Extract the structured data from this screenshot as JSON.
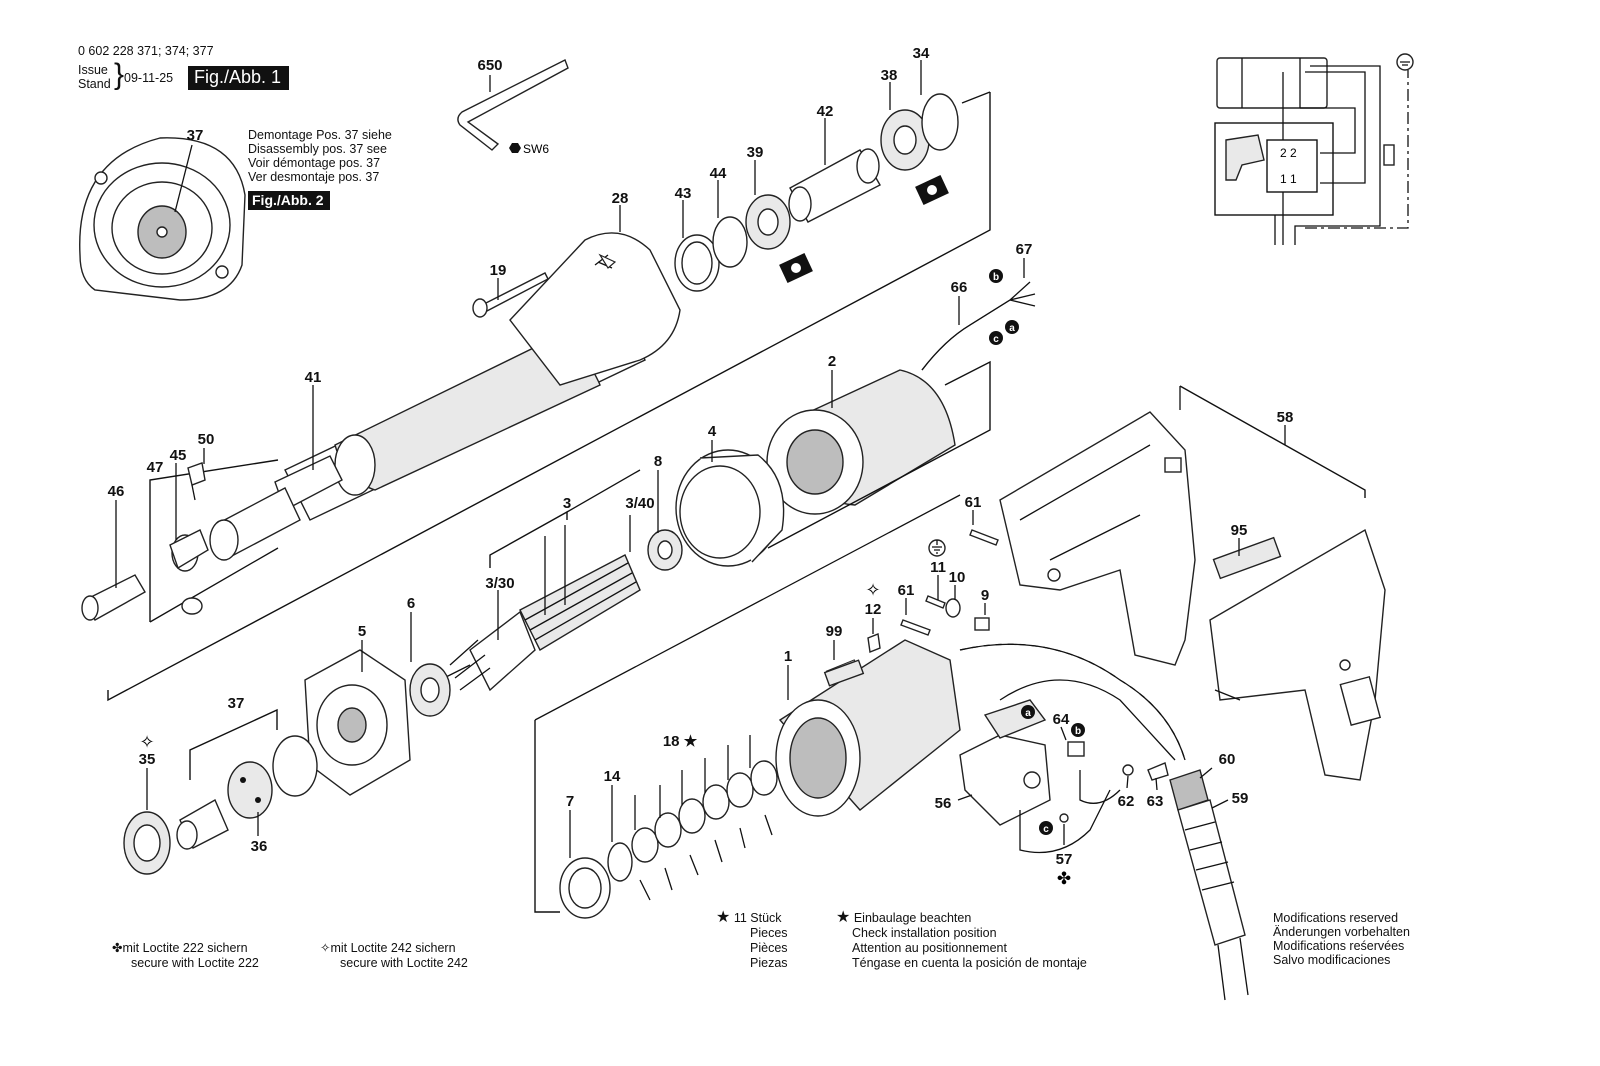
{
  "header": {
    "part_numbers": "0 602 228 371; 374; 377",
    "issue_label": "Issue",
    "stand_label": "Stand",
    "issue_date": "09-11-25",
    "fig_label": "Fig./Abb. 1"
  },
  "disassembly_note": {
    "part_number": "37",
    "lines": [
      "Demontage Pos. 37 siehe",
      "Disassembly pos. 37 see",
      "Voir démontage pos. 37",
      "Ver desmontaje pos. 37"
    ],
    "fig_ref": "Fig./Abb. 2"
  },
  "wrench": {
    "part_number": "650",
    "size_label": "SW6"
  },
  "callouts": {
    "p34": "34",
    "p38": "38",
    "p42": "42",
    "p39": "39",
    "p44": "44",
    "p43": "43",
    "p28": "28",
    "p19": "19",
    "p67": "67",
    "p66": "66",
    "p41": "41",
    "p2": "2",
    "p4": "4",
    "p8": "8",
    "p3": "3",
    "p3_40": "3/40",
    "p3_30": "3/30",
    "p50": "50",
    "p45": "45",
    "p47": "47",
    "p46": "46",
    "p58": "58",
    "p61a": "61",
    "p95": "95",
    "p11": "11",
    "p10": "10",
    "p9": "9",
    "p61b": "61",
    "p12": "12",
    "p99": "99",
    "p1": "1",
    "p5": "5",
    "p6": "6",
    "p37": "37",
    "p35": "35",
    "p36": "36",
    "p18": "18 ★",
    "p14": "14",
    "p7": "7",
    "p64": "64",
    "p60": "60",
    "p59": "59",
    "p56": "56",
    "p62": "62",
    "p63": "63",
    "p57": "57"
  },
  "wire_markers": {
    "a": "a",
    "b": "b",
    "c": "c"
  },
  "wiring": {
    "row2": "2  2",
    "row1": "1  1"
  },
  "footnotes": {
    "loctite222": {
      "symbol": "✤",
      "line1": "mit Loctite 222 sichern",
      "line2": "secure with Loctite 222"
    },
    "loctite242": {
      "symbol": "✧",
      "line1": "mit Loctite 242 sichern",
      "line2": "secure with Loctite 242"
    },
    "pieces": {
      "symbol": "★",
      "count": "11 Stück",
      "lines": [
        "Pieces",
        "Pièces",
        "Piezas"
      ]
    },
    "position": {
      "symbol": "★",
      "lines": [
        "Einbaulage beachten",
        "Check installation position",
        "Attention au positionnement",
        "Téngase en cuenta la posición de montaje"
      ]
    },
    "modifications": [
      "Modifications reserved",
      "Änderungen vorbehalten",
      "Modifications reśervées",
      "Salvo modificaciones"
    ]
  }
}
